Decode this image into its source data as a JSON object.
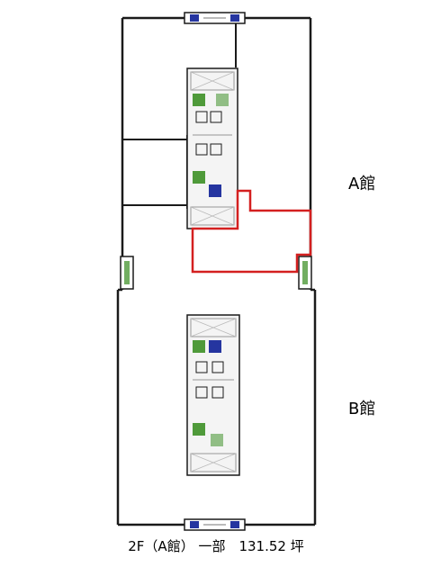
{
  "floor_plan": {
    "building_a_label": "A館",
    "building_b_label": "B館",
    "caption": "2F（A館） 一部　131.52 坪",
    "colors": {
      "wall": "#1a1a1a",
      "highlight": "#d42020",
      "core_fill": "#f4f4f4",
      "core_green": "#4f9a3a",
      "core_blue": "#2535a0"
    }
  }
}
